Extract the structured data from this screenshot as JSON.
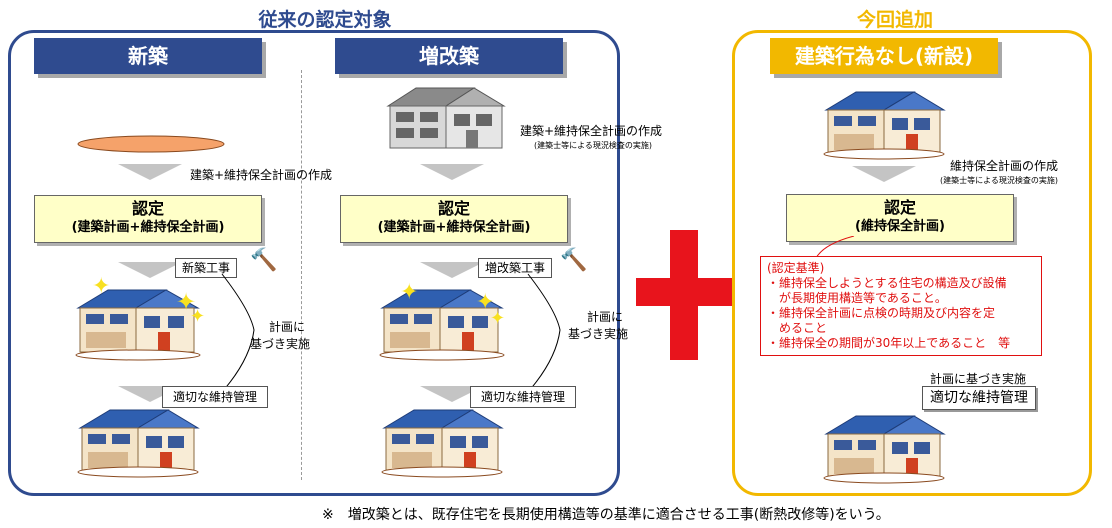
{
  "sections": {
    "conventional_title": "従来の認定対象",
    "new_title": "今回追加"
  },
  "columns": {
    "new_build": "新築",
    "extension": "増改築",
    "no_construction": "建築行為なし(新設)"
  },
  "labels": {
    "plan_creation_1": "建築+維持保全計画の作成",
    "plan_creation_2": "建築+維持保全計画の作成",
    "plan_creation_2_sub": "(建築士等による現況検査の実施)",
    "plan_creation_3": "維持保全計画の作成",
    "plan_creation_3_sub": "(建築士等による現況検査の実施)"
  },
  "certification": {
    "title": "認定",
    "sub_building": "(建築計画+維持保全計画)",
    "sub_maintenance": "(維持保全計画)"
  },
  "works": {
    "new_build": "新築工事",
    "extension": "増改築工事"
  },
  "implementation": {
    "line1": "計画に",
    "line2": "基づき実施",
    "combined": "計画に基づき実施"
  },
  "maintenance": "適切な維持管理",
  "criteria": {
    "heading": "(認定基準)",
    "items": [
      "・維持保全しようとする住宅の構造及び設備",
      "　が長期使用構造等であること。",
      "・維持保全計画に点検の時期及び内容を定",
      "　めること",
      "・維持保全の期間が30年以上であること　等"
    ]
  },
  "footnote": "※　増改築とは、既存住宅を長期使用構造等の基準に適合させる工事(断熱改修等)をいう。",
  "colors": {
    "navy": "#2f4b8f",
    "yellow": "#f2b800",
    "red": "#e8141c",
    "cert_fill": "#ffffc8"
  }
}
